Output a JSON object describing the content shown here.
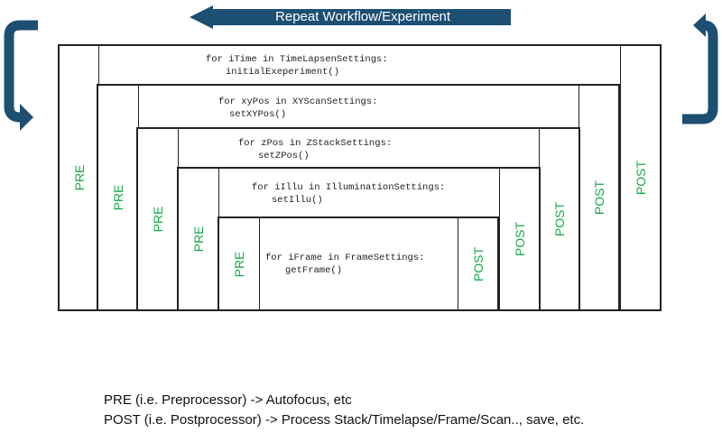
{
  "banner": {
    "text": "Repeat Workflow/Experiment"
  },
  "colors": {
    "arrow": "#1d4f72",
    "label_green": "#1aab4a",
    "border": "#222222"
  },
  "levels": [
    {
      "pre": "PRE",
      "post": "POST",
      "code_line1": "for iTime in TimeLapsenSettings:",
      "code_line2": "initialExeperiment()"
    },
    {
      "pre": "PRE",
      "post": "POST",
      "code_line1": "for xyPos in XYScanSettings:",
      "code_line2": "setXYPos()"
    },
    {
      "pre": "PRE",
      "post": "POST",
      "code_line1": "for zPos in ZStackSettings:",
      "code_line2": "setZPos()"
    },
    {
      "pre": "PRE",
      "post": "POST",
      "code_line1": "for iIllu in IlluminationSettings:",
      "code_line2": "setIllu()"
    },
    {
      "pre": "PRE",
      "post": "POST",
      "code_line1": "for iFrame in FrameSettings:",
      "code_line2": "getFrame()"
    }
  ],
  "legend": {
    "pre_note": "PRE (i.e. Preprocessor) -> Autofocus, etc",
    "post_note": "POST (i.e. Postprocessor) -> Process Stack/Timelapse/Frame/Scan.., save, etc."
  }
}
